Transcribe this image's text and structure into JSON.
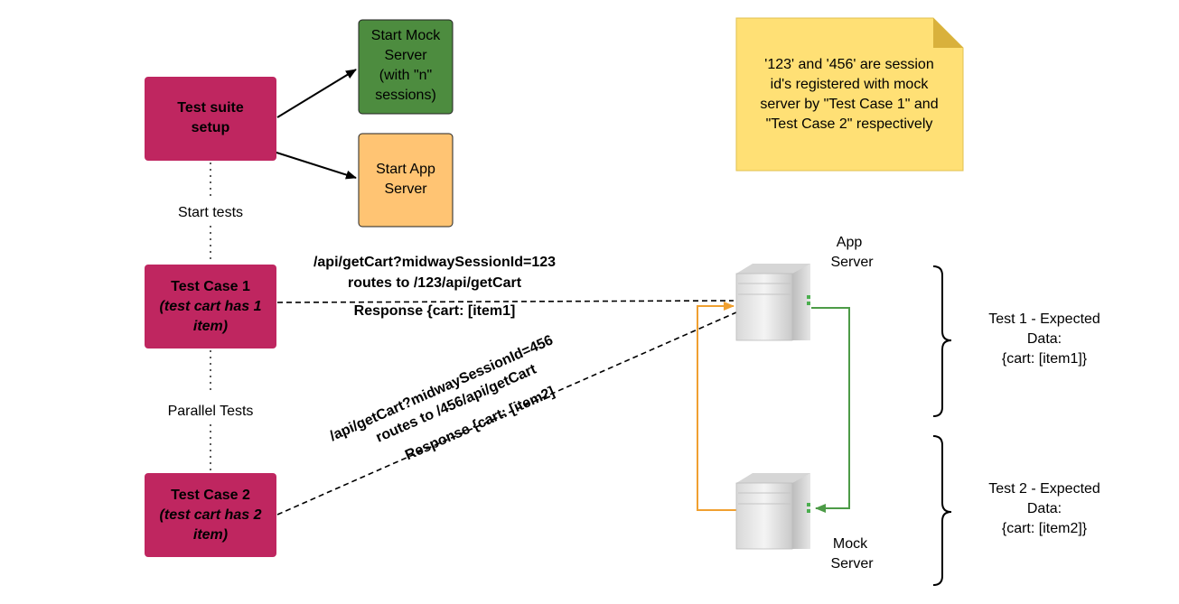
{
  "colors": {
    "test_box": "#bf2660",
    "mock_box": "#4d8c3f",
    "app_box": "#ffc473",
    "note": "#ffe075",
    "orange_arrow": "#f0a030",
    "green_arrow": "#4d9b47"
  },
  "setup": {
    "suite_line1": "Test suite",
    "suite_line2": "setup",
    "mock_line1": "Start Mock",
    "mock_line2": "Server",
    "mock_line3": "(with \"n\"",
    "mock_line4": "sessions)",
    "app_line1": "Start App",
    "app_line2": "Server"
  },
  "note": {
    "line1": "'123' and '456' are session",
    "line2": "id's registered with mock",
    "line3": "server by \"Test Case 1\" and",
    "line4": "\"Test Case 2\" respectively"
  },
  "flow": {
    "start_tests": "Start tests",
    "parallel_tests": "Parallel Tests"
  },
  "test_case_1": {
    "title": "Test Case 1",
    "sub1": "(test cart has 1",
    "sub2": "item)",
    "request_line1": "/api/getCart?midwaySessionId=123",
    "request_line2": "routes to /123/api/getCart",
    "response": "Response {cart: [item1]"
  },
  "test_case_2": {
    "title": "Test Case 2",
    "sub1": "(test cart has 2",
    "sub2": "item)",
    "request_line1": "/api/getCart?midwaySessionId=456",
    "request_line2": "routes to /456/api/getCart",
    "response": "Response {cart: [item2]"
  },
  "servers": {
    "app_line1": "App",
    "app_line2": "Server",
    "mock_line1": "Mock",
    "mock_line2": "Server",
    "icon": "server-icon"
  },
  "expected": {
    "test1_line1": "Test 1 - Expected",
    "test1_line2": "Data:",
    "test1_line3": "{cart: [item1]}",
    "test2_line1": "Test 2 - Expected",
    "test2_line2": "Data:",
    "test2_line3": "{cart: [item2]}"
  }
}
